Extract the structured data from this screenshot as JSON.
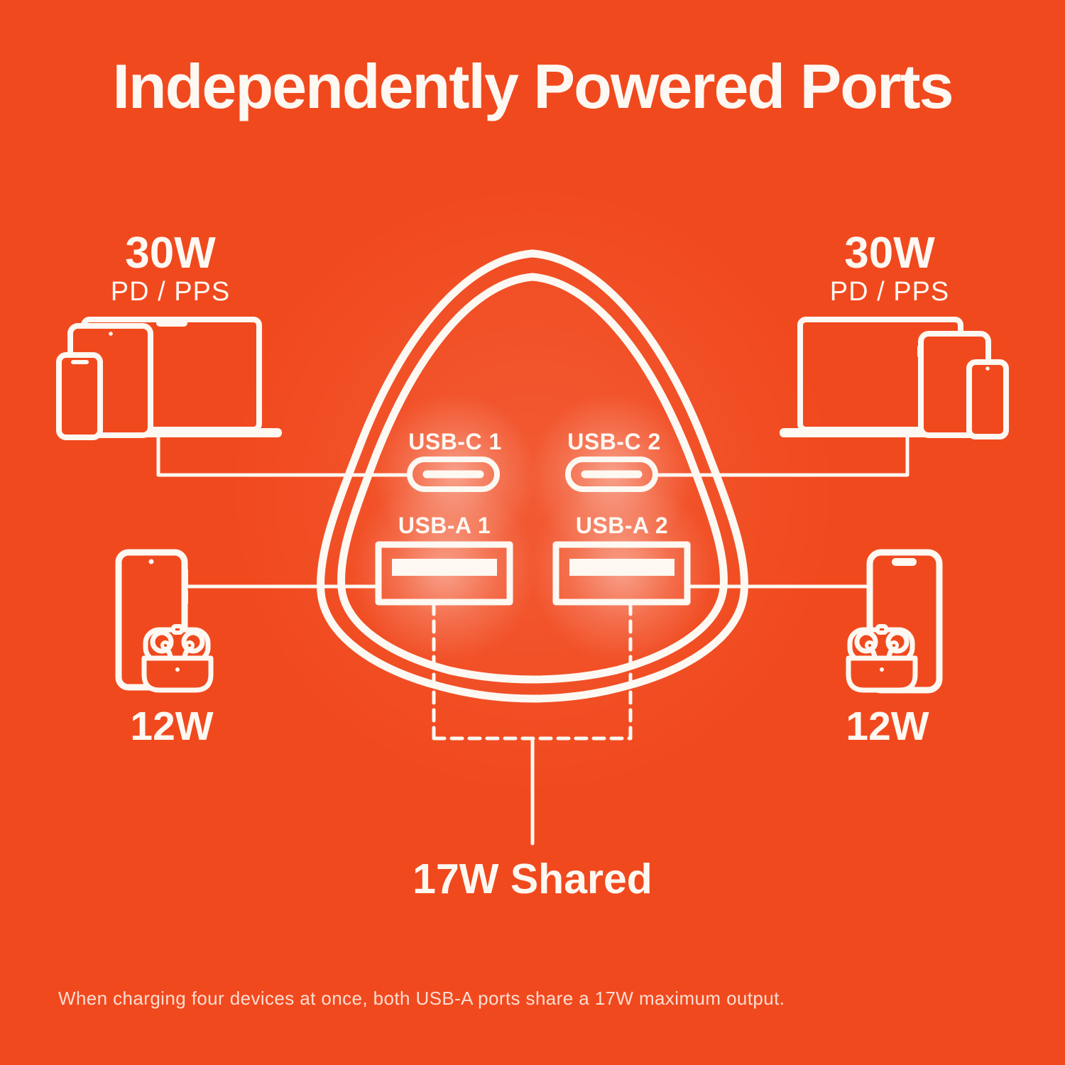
{
  "title": "Independently Powered Ports",
  "colors": {
    "background": "#F1491E",
    "line": "#FDF8F2"
  },
  "clusters": {
    "left_top": {
      "wattage": "30W",
      "protocol": "PD / PPS",
      "devices": [
        "laptop",
        "tablet",
        "phone"
      ]
    },
    "right_top": {
      "wattage": "30W",
      "protocol": "PD / PPS",
      "devices": [
        "laptop",
        "tablet",
        "phone"
      ]
    },
    "left_bottom": {
      "wattage": "12W",
      "devices": [
        "phone",
        "earbuds-case"
      ]
    },
    "right_bottom": {
      "wattage": "12W",
      "devices": [
        "phone",
        "earbuds-case"
      ]
    }
  },
  "charger": {
    "shape": "egg-outline",
    "ports": {
      "usb_c_1": "USB-C 1",
      "usb_c_2": "USB-C 2",
      "usb_a_1": "USB-A 1",
      "usb_a_2": "USB-A 2"
    }
  },
  "shared": {
    "label": "17W Shared"
  },
  "footnote": {
    "text": "When charging four devices at once, both USB-A ports share a 17W maximum output."
  }
}
